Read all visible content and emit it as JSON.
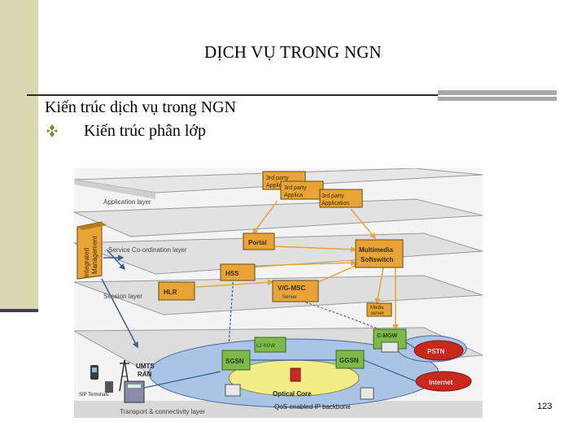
{
  "slide": {
    "title": "DỊCH VỤ TRONG NGN",
    "subtitle": "Kiến trúc dịch vụ trong NGN",
    "bullet": "Kiến trúc phân lớp",
    "page_number": "123"
  },
  "diagram": {
    "layers": {
      "application": "Application layer",
      "service": "Service Co-ordination layer",
      "session": "Session layer",
      "transport": "Transport & connectivity layer"
    },
    "side_label": {
      "line1": "Integrated",
      "line2": "Management"
    },
    "apps": [
      {
        "line1": "3rd party",
        "line2": "Applica"
      },
      {
        "line1": "3rd party",
        "line2": "Applica"
      },
      {
        "line1": "3rd party",
        "line2": "Application"
      }
    ],
    "nodes": {
      "portal": "Portal",
      "multimedia_line1": "Multimedia",
      "multimedia_line2": "Softswitch",
      "hss": "HSS",
      "hlr": "HLR",
      "vg_msc": "V/G-MSC",
      "vg_msc_sub": "Server",
      "media_line1": "Media",
      "media_line2": "server",
      "mgw": "C-MGW",
      "gw_small": "L2-SGW",
      "sgsn": "SGSN",
      "ggsn": "GGSN",
      "pstn": "PSTN",
      "internet": "Internet",
      "optical_core": "Optical Core",
      "qos_backbone": "QoS-enabled IP backbone",
      "umts_line1": "UMTS",
      "umts_line2": "RAN",
      "sip_terminals": "SIP Terminals"
    },
    "colors": {
      "node_orange": "#e8a436",
      "node_green": "#7fb84a",
      "layer_fill": "#e2e2e2",
      "arrow": "#e8a436",
      "cloud": "#a9c4e4",
      "accent_red": "#c8281e"
    }
  }
}
